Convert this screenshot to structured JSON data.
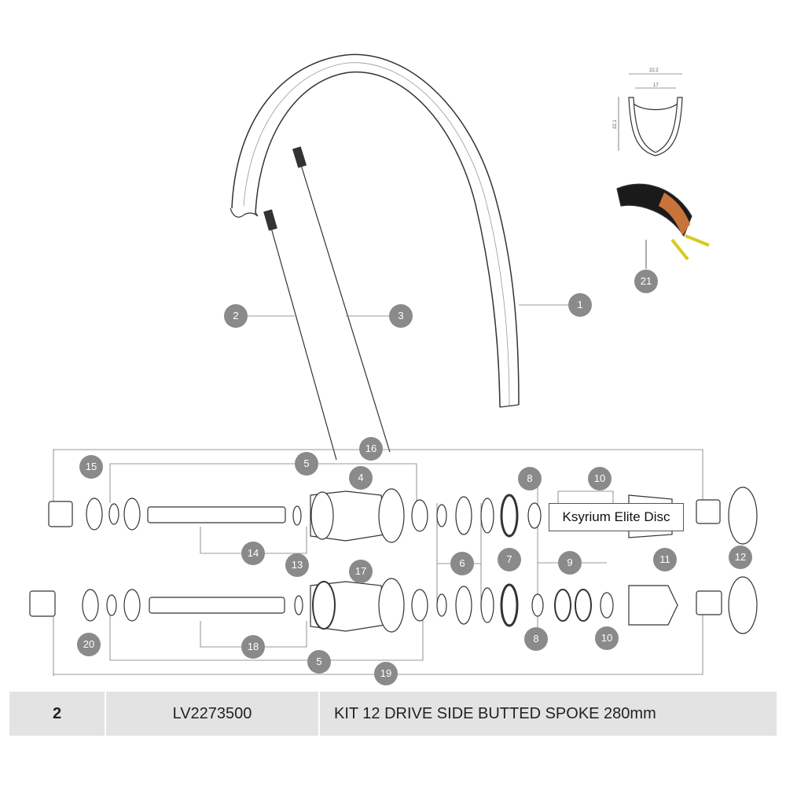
{
  "diagram": {
    "rim_profile_dimensions": {
      "outer_width": "22.2",
      "inner_width": "17",
      "height": "22.1"
    },
    "callouts": [
      "1",
      "2",
      "3",
      "21",
      "15",
      "5",
      "16",
      "4",
      "8",
      "10",
      "14",
      "13",
      "6",
      "7",
      "9",
      "11",
      "12",
      "17",
      "20",
      "18",
      "8",
      "10",
      "5",
      "19"
    ],
    "model_label": "Ksyrium Elite Disc"
  },
  "table": {
    "row": {
      "item_number": "2",
      "part_number": "LV2273500",
      "description": "KIT 12 DRIVE SIDE BUTTED SPOKE 280mm"
    }
  },
  "colors": {
    "callout": "#8a8a8a",
    "table_bg": "#e3e3e3",
    "tire_accent": "#c8733a",
    "valve": "#d4cc20"
  }
}
